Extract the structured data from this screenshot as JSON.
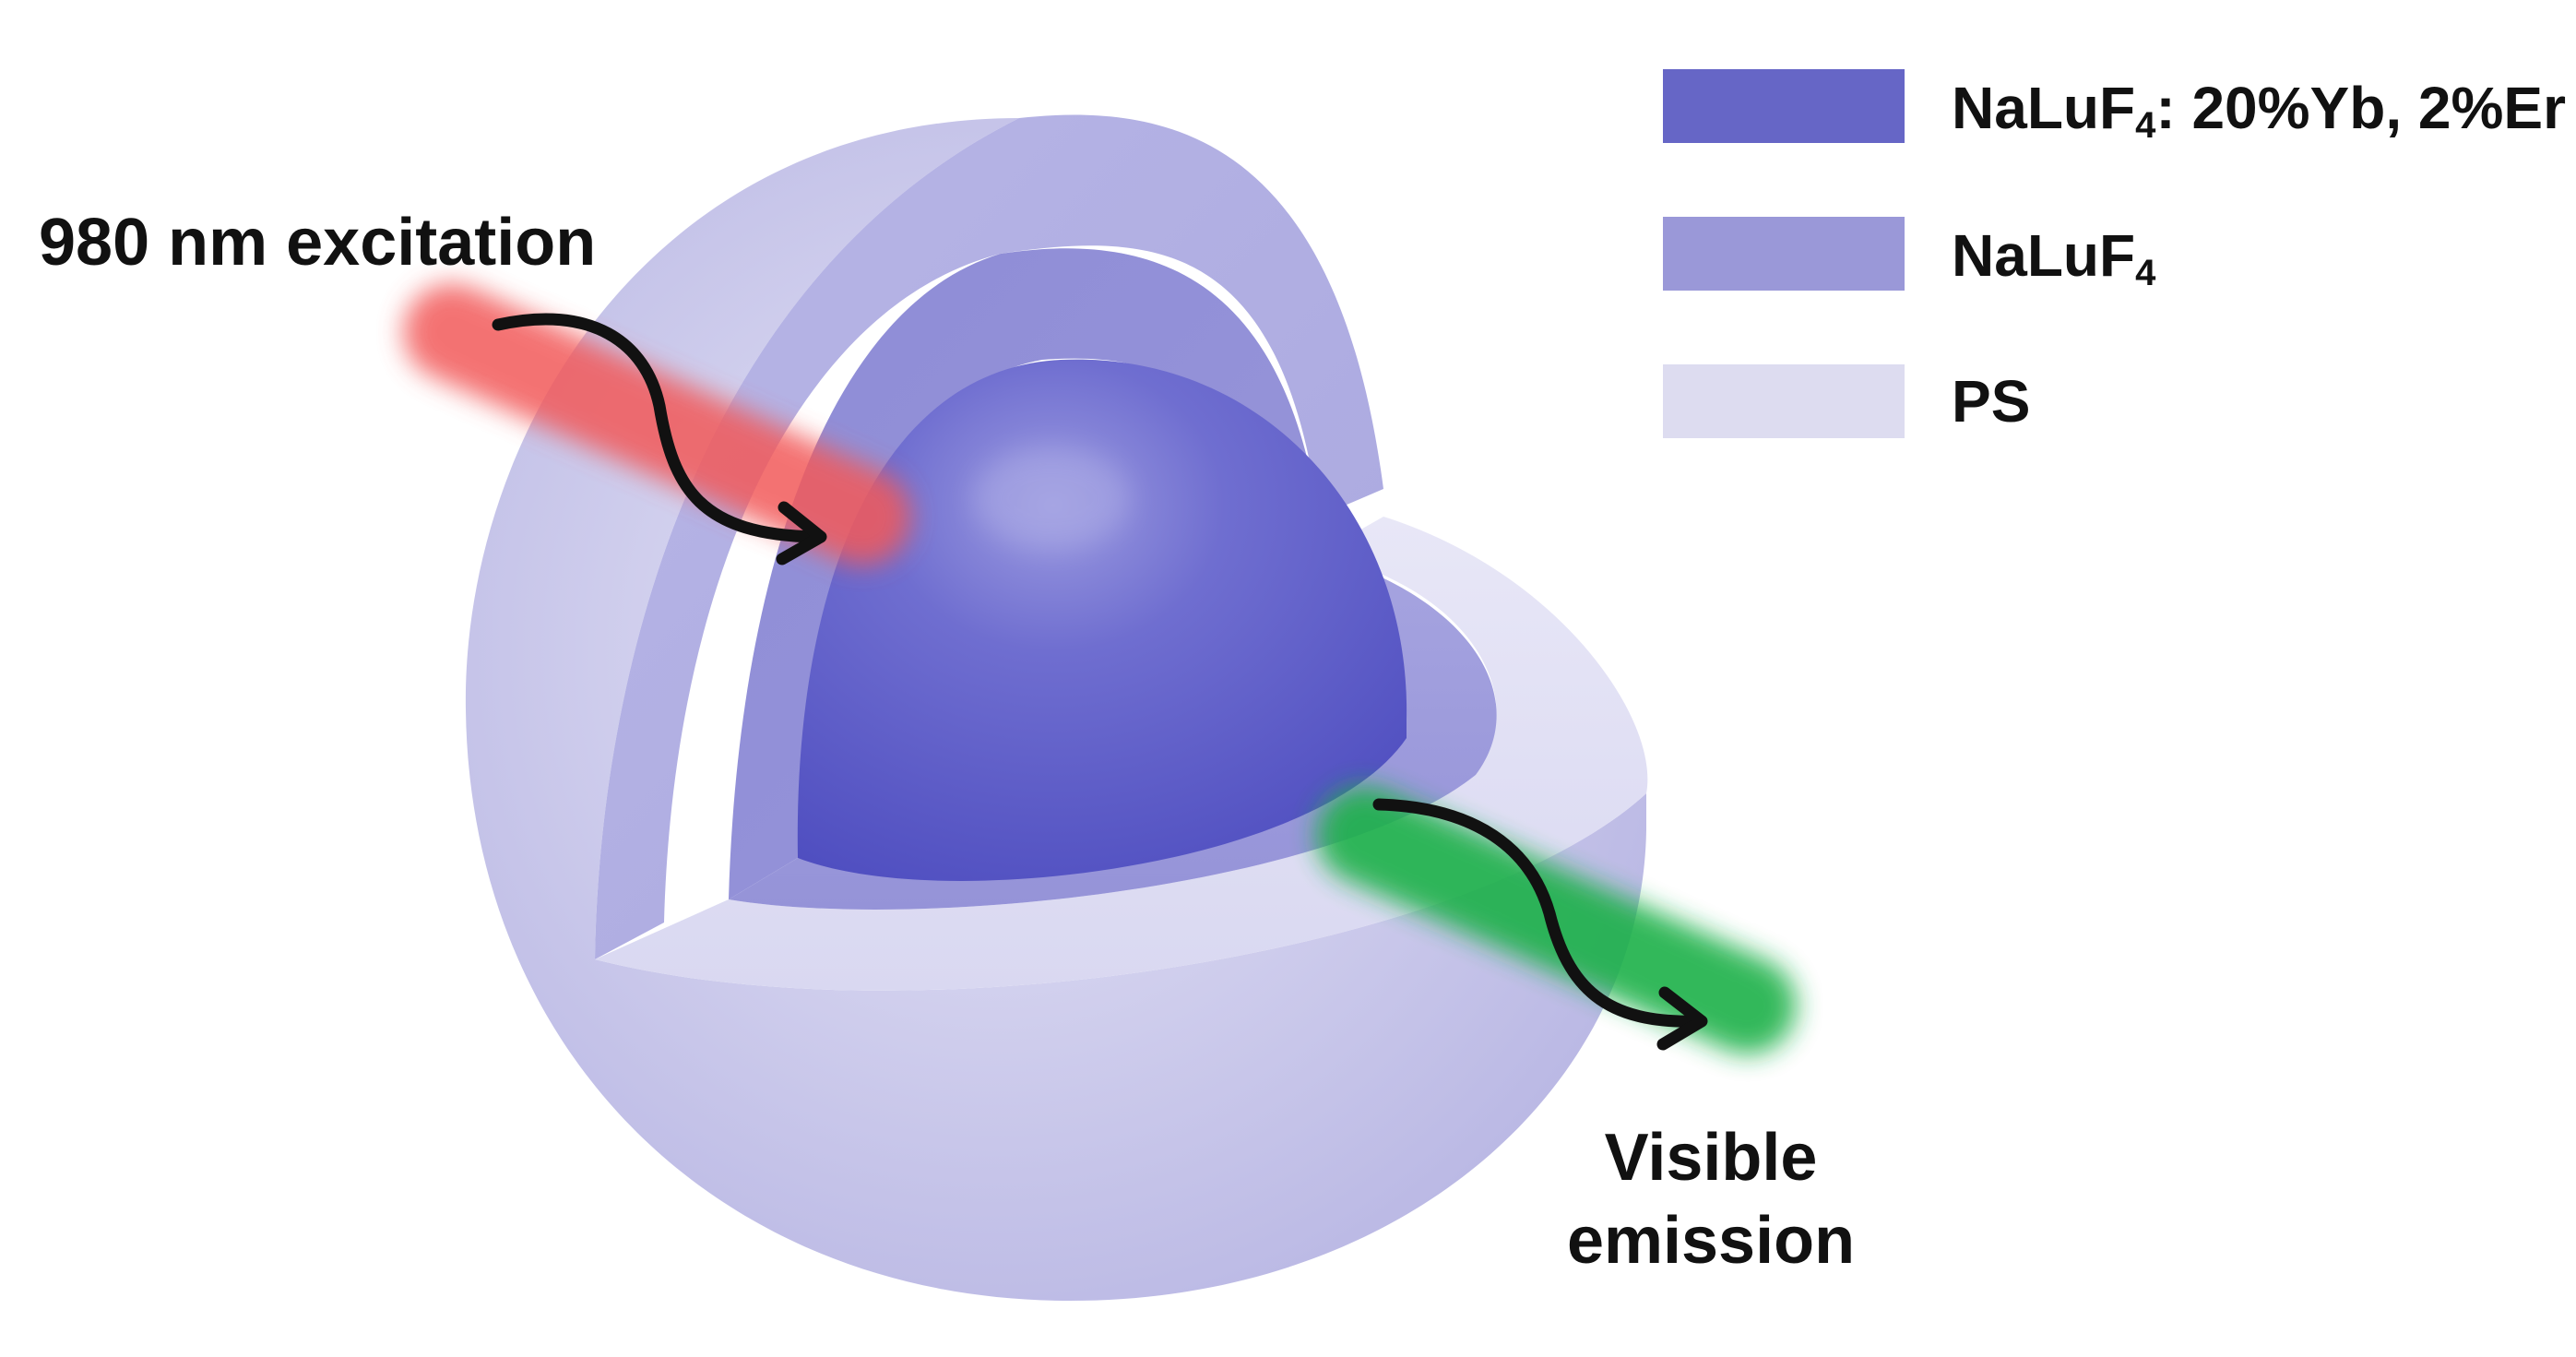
{
  "labels": {
    "excitation": "980 nm excitation",
    "emission_line1": "Visible",
    "emission_line2": "emission"
  },
  "legend": [
    {
      "pre": "NaLuF",
      "sub": "4",
      "post": ": 20%Yb, 2%Er",
      "color": "#6666c6"
    },
    {
      "pre": "NaLuF",
      "sub": "4",
      "post": "",
      "color": "#9a98d8"
    },
    {
      "pre": "PS",
      "sub": "",
      "post": "",
      "color": "#dddcf0"
    }
  ],
  "colors": {
    "core": "#6565c6",
    "shell": "#9c9ad9",
    "outer": "#c9c8ea",
    "excitation_beam": "#f25a5a",
    "emission_beam": "#1fb14a",
    "arrow": "#111111"
  }
}
